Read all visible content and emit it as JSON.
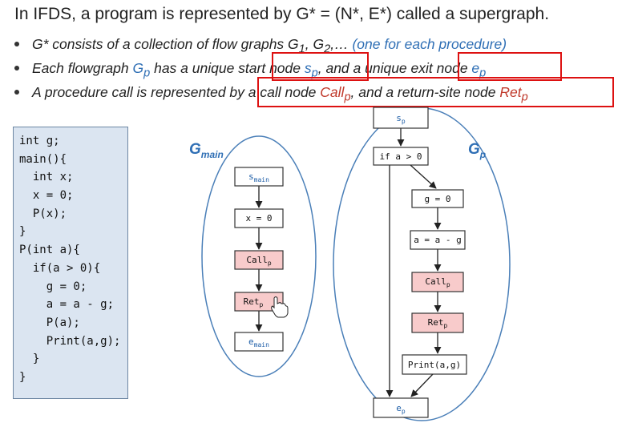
{
  "title": "In IFDS, a program is represented by G* = (N*, E*) called a supergraph.",
  "bullets": [
    {
      "pre": "G* consists of a collection of flow graphs G",
      "sub1": "1",
      "mid": ", G",
      "sub2": "2",
      "post": ",… ",
      "blue": "(one for each procedure)"
    },
    {
      "pre": "Each flowgraph ",
      "gp": "G",
      "gp_sub": "p",
      "mid": " has a unique start node ",
      "sp": "s",
      "sp_sub": "p",
      "mid2": ", and a unique exit node ",
      "ep": "e",
      "ep_sub": "p"
    },
    {
      "pre": "A procedure call is represented by a call node ",
      "call": "Call",
      "call_sub": "p",
      "mid": ", and a return-site node ",
      "ret": "Ret",
      "ret_sub": "p"
    }
  ],
  "code_lines": [
    "int g;",
    "main(){",
    "  int x;",
    "  x = 0;",
    "  P(x);",
    "}",
    "P(int a){",
    "  if(a > 0){",
    "    g = 0;",
    "    a = a - g;",
    "    P(a);",
    "    Print(a,g);",
    "  }",
    "}"
  ],
  "graph_labels": {
    "gmain": "G",
    "gmain_sub": "main",
    "gp": "G",
    "gp_sub": "p"
  },
  "main_nodes": [
    {
      "id": "smain",
      "text": "s",
      "sub": "main",
      "fill": "#ffffff",
      "textcolor": "#1f5fa8"
    },
    {
      "id": "x0",
      "text": "x = 0",
      "sub": "",
      "fill": "#ffffff",
      "textcolor": "#111111"
    },
    {
      "id": "callp",
      "text": "Call",
      "sub": "p",
      "fill": "#f8cbcb",
      "textcolor": "#111111"
    },
    {
      "id": "retp",
      "text": "Ret",
      "sub": "p",
      "fill": "#f8cbcb",
      "textcolor": "#111111"
    },
    {
      "id": "emain",
      "text": "e",
      "sub": "main",
      "fill": "#ffffff",
      "textcolor": "#1f5fa8"
    }
  ],
  "p_nodes": [
    {
      "id": "sp",
      "text": "s",
      "sub": "p",
      "fill": "#ffffff",
      "textcolor": "#1f5fa8"
    },
    {
      "id": "ifa",
      "text": "if a > 0",
      "sub": "",
      "fill": "#ffffff",
      "textcolor": "#111111"
    },
    {
      "id": "g0",
      "text": "g = 0",
      "sub": "",
      "fill": "#ffffff",
      "textcolor": "#111111"
    },
    {
      "id": "aag",
      "text": "a = a - g",
      "sub": "",
      "fill": "#ffffff",
      "textcolor": "#111111"
    },
    {
      "id": "callp2",
      "text": "Call",
      "sub": "p",
      "fill": "#f8cbcb",
      "textcolor": "#111111"
    },
    {
      "id": "retp2",
      "text": "Ret",
      "sub": "p",
      "fill": "#f8cbcb",
      "textcolor": "#111111"
    },
    {
      "id": "print",
      "text": "Print(a,g)",
      "sub": "",
      "fill": "#ffffff",
      "textcolor": "#111111"
    },
    {
      "id": "ep",
      "text": "e",
      "sub": "p",
      "fill": "#ffffff",
      "textcolor": "#1f5fa8"
    }
  ],
  "colors": {
    "accent_blue": "#2f6fb5",
    "accent_red": "#c0392b",
    "highlight_box": "#dd1111",
    "code_bg": "#dbe5f1",
    "call_node_fill": "#f8cbcb",
    "ellipse_stroke": "#4a7fb8"
  },
  "icons": {
    "cursor": "hand-pointer-icon"
  }
}
